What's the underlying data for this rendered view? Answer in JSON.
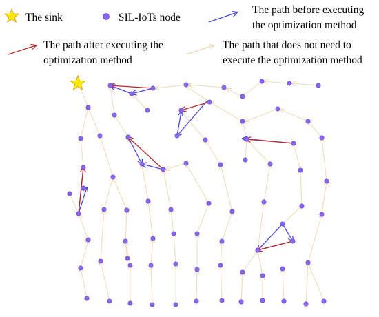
{
  "legend": {
    "sink_label": "The sink",
    "node_label": "SIL-IoTs node",
    "path_before_label_line1": "The path before executing",
    "path_before_label_line2": "the optimization method",
    "path_after_label_line1": "The path after executing the",
    "path_after_label_line2": "optimization method",
    "path_unchanged_label_line1": "The path that does not need to",
    "path_unchanged_label_line2": "execute the optimization method"
  },
  "colors": {
    "sink": "#ffe800",
    "sink_stroke": "#c8a000",
    "node": "#8866ee",
    "node_stroke": "#6a48d0",
    "path_before": "#4a4adc",
    "path_after": "#bb2a2a",
    "path_unchanged": "#f2dcbc"
  }
}
